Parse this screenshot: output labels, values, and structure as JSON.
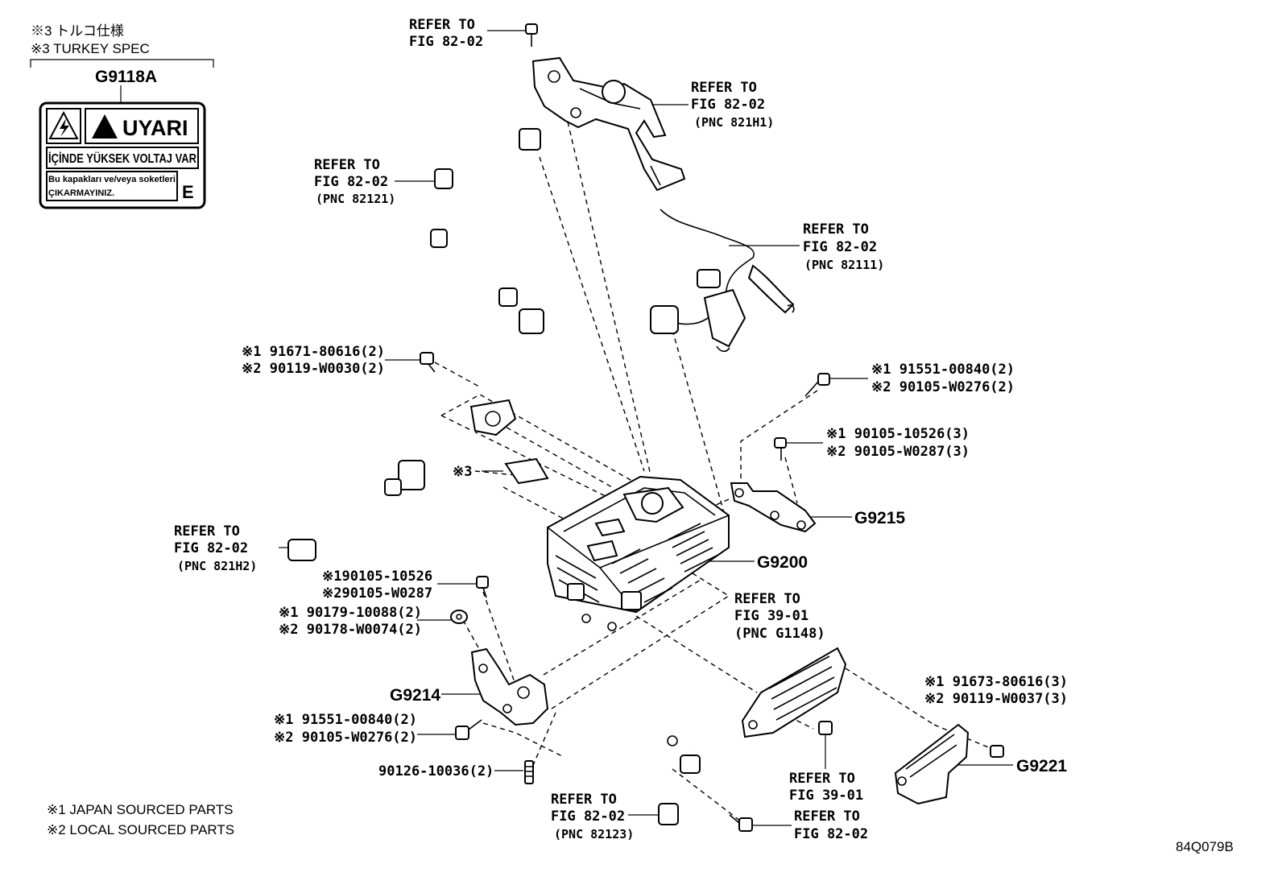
{
  "notes": {
    "turkey_jp": "※3 トルコ仕様",
    "turkey_en": "※3 TURKEY SPEC",
    "japan_sourced": "※1 JAPAN SOURCED PARTS",
    "local_sourced": "※2 LOCAL SOURCED PARTS",
    "diagram_code": "84Q079B"
  },
  "warning_label": {
    "part_code": "G9118A",
    "title": "UYARI",
    "line1": "İÇİNDE YÜKSEK VOLTAJ VAR",
    "line2a": "Bu kapakları ve/veya soketleri",
    "line2b": "ÇIKARMAYINIZ.",
    "lang_mark": "E"
  },
  "part_codes": {
    "g9215": "G9215",
    "g9200": "G9200",
    "g9214": "G9214",
    "g9221": "G9221"
  },
  "refer_labels": {
    "top_bolt": [
      "REFER TO",
      "FIG 82-02"
    ],
    "bracket_821h1": [
      "REFER TO",
      "FIG 82-02",
      "(PNC 821H1)"
    ],
    "harness_82121": [
      "REFER TO",
      "FIG 82-02",
      "(PNC 82121)"
    ],
    "harness_82111": [
      "REFER TO",
      "FIG 82-02",
      "(PNC 82111)"
    ],
    "harness_821h2": [
      "REFER TO",
      "FIG 82-02",
      "(PNC 821H2)"
    ],
    "fig39_g1148": [
      "REFER TO",
      "FIG 39-01",
      "(PNC G1148)"
    ],
    "fig39_bolt": [
      "REFER TO",
      "FIG 39-01"
    ],
    "harness_82123": [
      "REFER TO",
      "FIG 82-02",
      "(PNC 82123)"
    ],
    "bottom_bolt": [
      "REFER TO",
      "FIG 82-02"
    ]
  },
  "part_numbers": {
    "upper_left_bolt": [
      "※1 91671-80616(2)",
      "※2 90119-W0030(2)"
    ],
    "right_bolt_top": [
      "※1 91551-00840(2)",
      "※2 90105-W0276(2)"
    ],
    "right_bolt_g9215": [
      "※1 90105-10526(3)",
      "※2 90105-W0287(3)"
    ],
    "spec_sticker": "※3",
    "left_bolt_single": [
      "※190105-10526",
      "※290105-W0287"
    ],
    "left_washer": [
      "※1 90179-10088(2)",
      "※2 90178-W0074(2)"
    ],
    "left_bolt_lower": [
      "※1 91551-00840(2)",
      "※2 90105-W0276(2)"
    ],
    "stud": "90126-10036(2)",
    "right_bolt_g9221": [
      "※1 91673-80616(3)",
      "※2 90119-W0037(3)"
    ]
  }
}
